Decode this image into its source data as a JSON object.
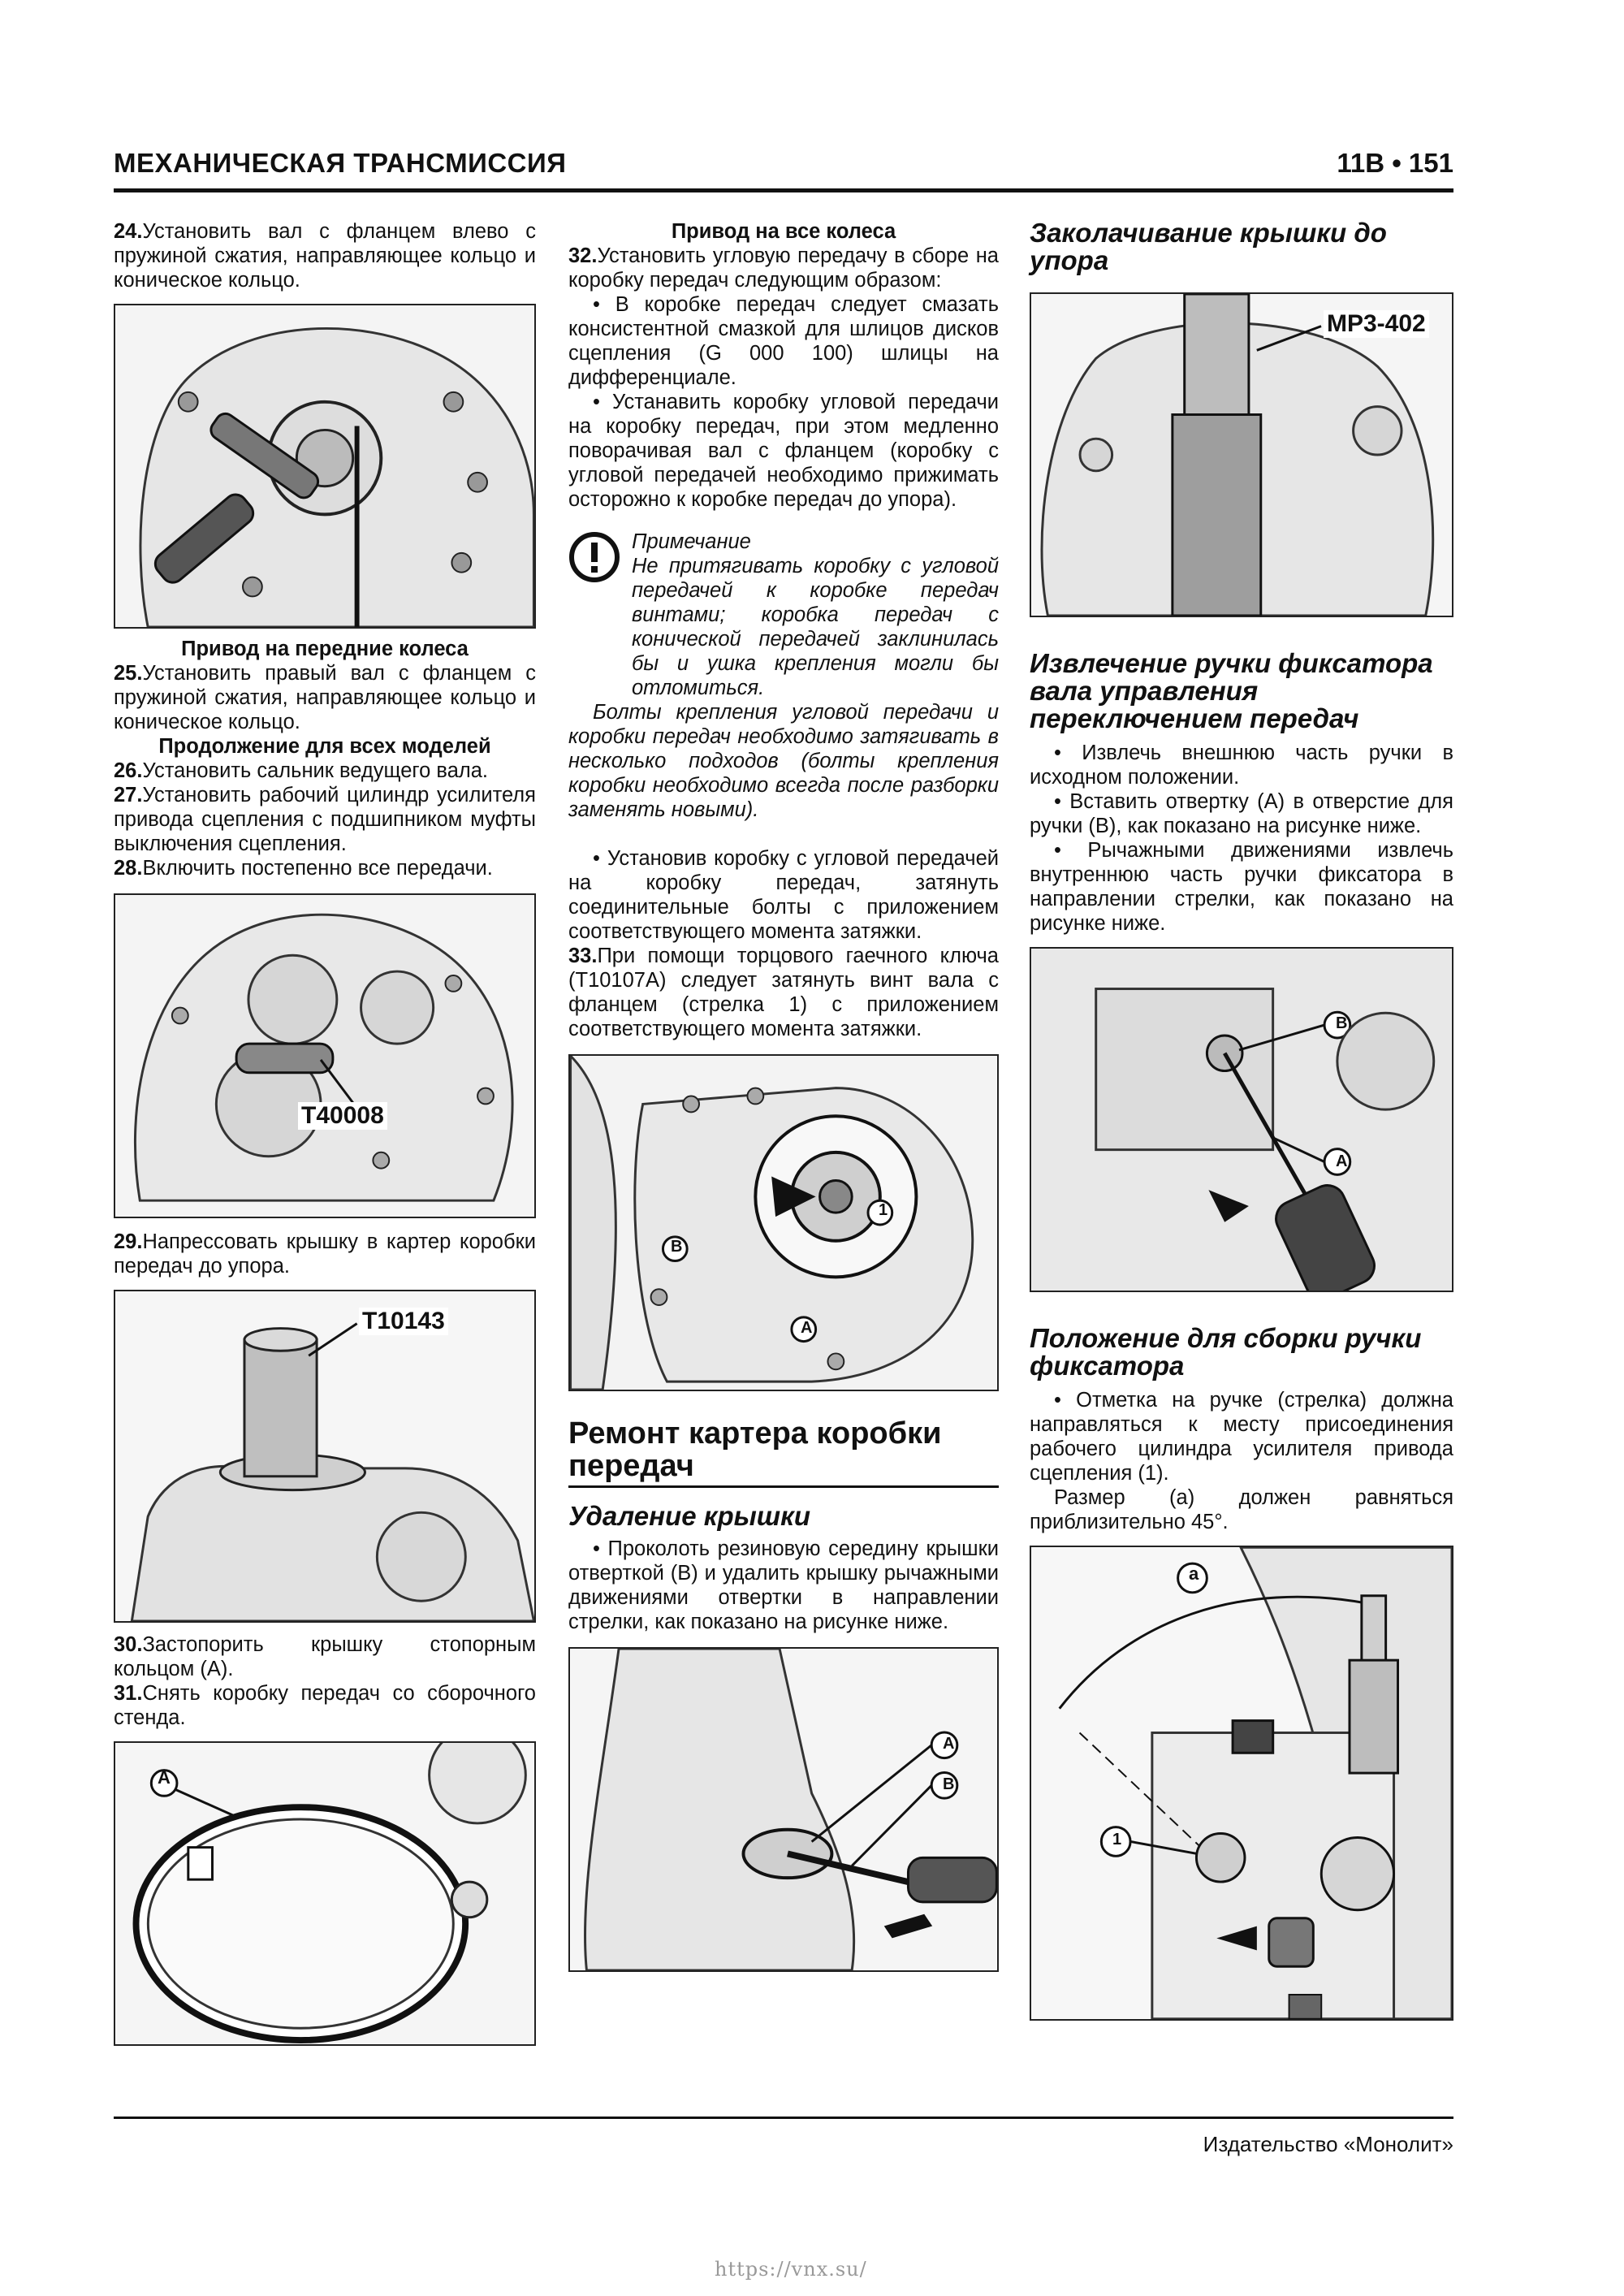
{
  "header": {
    "title": "МЕХАНИЧЕСКАЯ ТРАНСМИССИЯ",
    "page": "11B • 151"
  },
  "col1": {
    "s24_num": "24.",
    "s24": "Установить вал с фланцем влево с пружиной сжатия, направляющее кольцо и коническое кольцо.",
    "sub_front": "Привод на передние колеса",
    "s25_num": "25.",
    "s25": "Установить правый вал с фланцем с пружиной сжатия, направляющее кольцо и коническое кольцо.",
    "sub_all": "Продолжение для всех моделей",
    "s26_num": "26.",
    "s26": "Установить сальник ведущего вала.",
    "s27_num": "27.",
    "s27": "Установить рабочий цилиндр усилителя привода сцепления с подшипником муфты выключения сцепления.",
    "s28_num": "28.",
    "s28": "Включить постепенно все передачи.",
    "fig2_label": "T40008",
    "s29_num": "29.",
    "s29": "Напрессовать крышку в картер коробки передач до упора.",
    "fig3_label": "T10143",
    "s30_num": "30.",
    "s30": "Застопорить крышку стопорным кольцом (А).",
    "s31_num": "31.",
    "s31": "Снять коробку передач со сборочного стенда.",
    "fig4_callout": "A"
  },
  "col2": {
    "sub_awd": "Привод на все колеса",
    "s32_num": "32.",
    "s32": "Установить угловую передачу в сборе на коробку передач следующим образом:",
    "b1": "• В коробке передач следует смазать консистентной смазкой для шлицов дисков сцепления (G 000 100) шлицы на дифференциале.",
    "b2": "• Устанавить коробку угловой передачи на коробку передач, при этом медленно поворачивая вал с фланцем (коробку с угловой передачей необходимо прижимать осторожно к коробке передач до упора).",
    "note_title": "Примечание",
    "note_p1": "Не притягивать коробку с угловой передачей к коробке передач винтами; коробка передач с конической передачей заклинилась бы и ушка крепления могли бы отломиться.",
    "note_p2": "Болты крепления угловой передачи и коробки передач необходимо затягивать в несколько подходов (болты крепления коробки необходимо всегда после разборки заменять новыми).",
    "b3": "• Установив коробку с угловой передачей на коробку передач, затянуть соединительные болты с приложением соответствующего момента затяжки.",
    "s33_num": "33.",
    "s33": "При помощи торцового гаечного ключа (T10107A) следует затянуть винт вала с фланцем (стрелка 1) с приложением соответствующего момента затяжки.",
    "fig5_c1": "1",
    "fig5_cb": "B",
    "fig5_ca": "A",
    "h2": "Ремонт картера коробки передач",
    "h3": "Удаление крышки",
    "b4": "• Проколоть резиновую середину крышки отверткой (B) и удалить крышку рычажными движениями отвертки в направлении стрелки, как показано на рисунке ниже.",
    "fig6_ca": "A",
    "fig6_cb": "B"
  },
  "col3": {
    "h3a": "Заколачивание крышки до упора",
    "fig7_label": "MP3-402",
    "h3b": "Извлечение ручки фиксатора вала управления переключением передач",
    "b1": "• Извлечь внешнюю часть ручки в исходном положении.",
    "b2": "• Вставить отвертку (A) в отверстие для ручки (B), как показано на рисунке ниже.",
    "b3": "• Рычажными движениями извлечь внутреннюю часть ручки фиксатора в направлении стрелки, как показано на рисунке ниже.",
    "fig8_cb": "B",
    "fig8_ca": "A",
    "h3c": "Положение для сборки ручки фиксатора",
    "b4": "• Отметка на ручке (стрелка) должна направляться к месту присоединения рабочего цилиндра усилителя привода сцепления (1).",
    "b5": "Размер (a) должен равняться приблизительно 45°.",
    "fig9_ca": "a",
    "fig9_c1": "1"
  },
  "footer": {
    "publisher": "Издательство «Монолит»",
    "url": "https://vnx.su/"
  }
}
